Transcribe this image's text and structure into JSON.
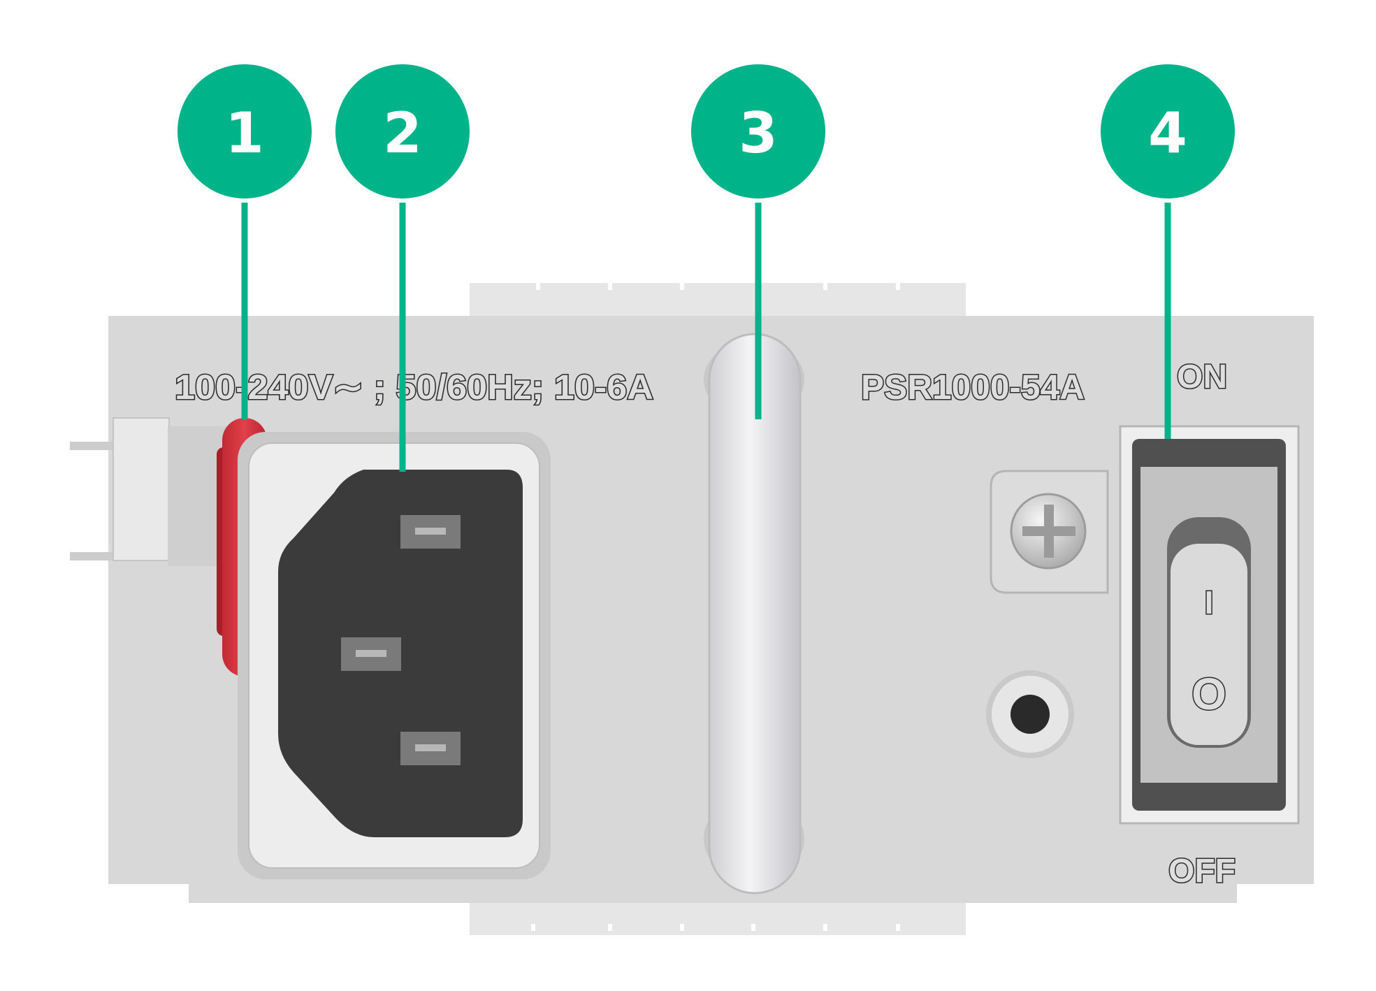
{
  "colors": {
    "callout": "#00b388",
    "panel": "#d6d6d6",
    "latch": "#d8343f",
    "socket": "#3a3a3a"
  },
  "callouts": [
    {
      "number": "1",
      "target": "red-latch"
    },
    {
      "number": "2",
      "target": "power-inlet"
    },
    {
      "number": "3",
      "target": "handle"
    },
    {
      "number": "4",
      "target": "power-switch"
    }
  ],
  "panel": {
    "rating_label": "100-240V∼ ; 50/60Hz; 10-6A",
    "model_label": "PSR1000-54A",
    "switch_on_label": "ON",
    "switch_off_label": "OFF",
    "rocker_on_symbol": "I",
    "rocker_off_symbol": "O"
  },
  "icons": [
    "ground-screw-icon",
    "status-led-icon"
  ]
}
